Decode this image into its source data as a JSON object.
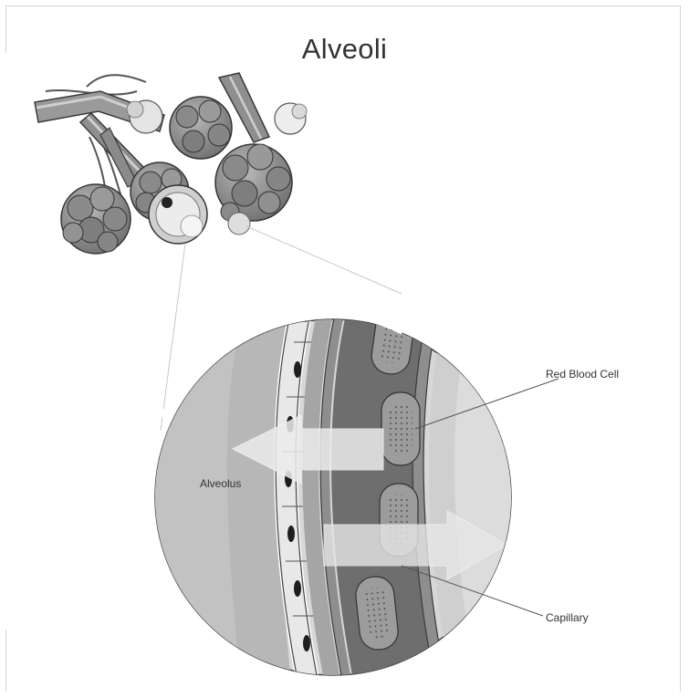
{
  "title": "Alveoli",
  "labels": {
    "red_blood_cell": "Red Blood Cell",
    "alveolus": "Alveolus",
    "capillary": "Capillary"
  },
  "colors": {
    "outline": "#3a3a3a",
    "alveolus_fill": "#b5b5b5",
    "capillary_wall": "#8e8e8e",
    "capillary_lumen": "#6e6e6e",
    "red_blood_cell": "#9c9c9c",
    "arrow": "#ececec"
  }
}
